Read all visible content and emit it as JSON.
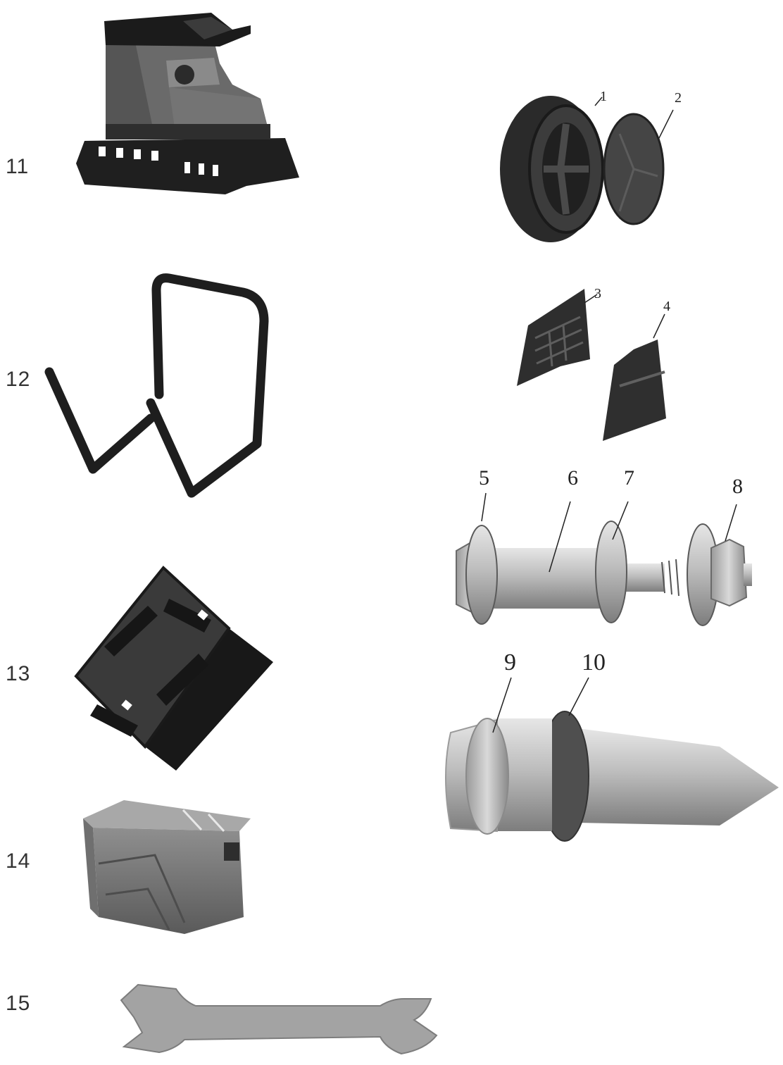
{
  "callouts_left": {
    "item11": "11",
    "item12": "12",
    "item13": "13",
    "item14": "14",
    "item15": "15"
  },
  "callouts_right": {
    "item1": "1",
    "item2": "2",
    "item3": "3",
    "item4": "4",
    "item5": "5",
    "item6": "6",
    "item7": "7",
    "item8": "8",
    "item9": "9",
    "item10": "10"
  },
  "icons": {
    "item11": "motor-housing-icon",
    "item12": "handle-frame-icon",
    "item13": "foot-pad-icon",
    "item14": "storage-box-icon",
    "item15": "wrench-icon",
    "item1": "wheel-icon",
    "item2": "wheel-cap-icon",
    "item3": "clip-left-icon",
    "item4": "clip-right-icon",
    "item5_8": "axle-bolt-assembly-icon",
    "item9_10": "pointed-pin-icon"
  },
  "colors": {
    "dark_part": "#2b2b2b",
    "medium_part": "#5e5e5e",
    "light_metal": "#b9b9b9",
    "label_text": "#333333"
  }
}
